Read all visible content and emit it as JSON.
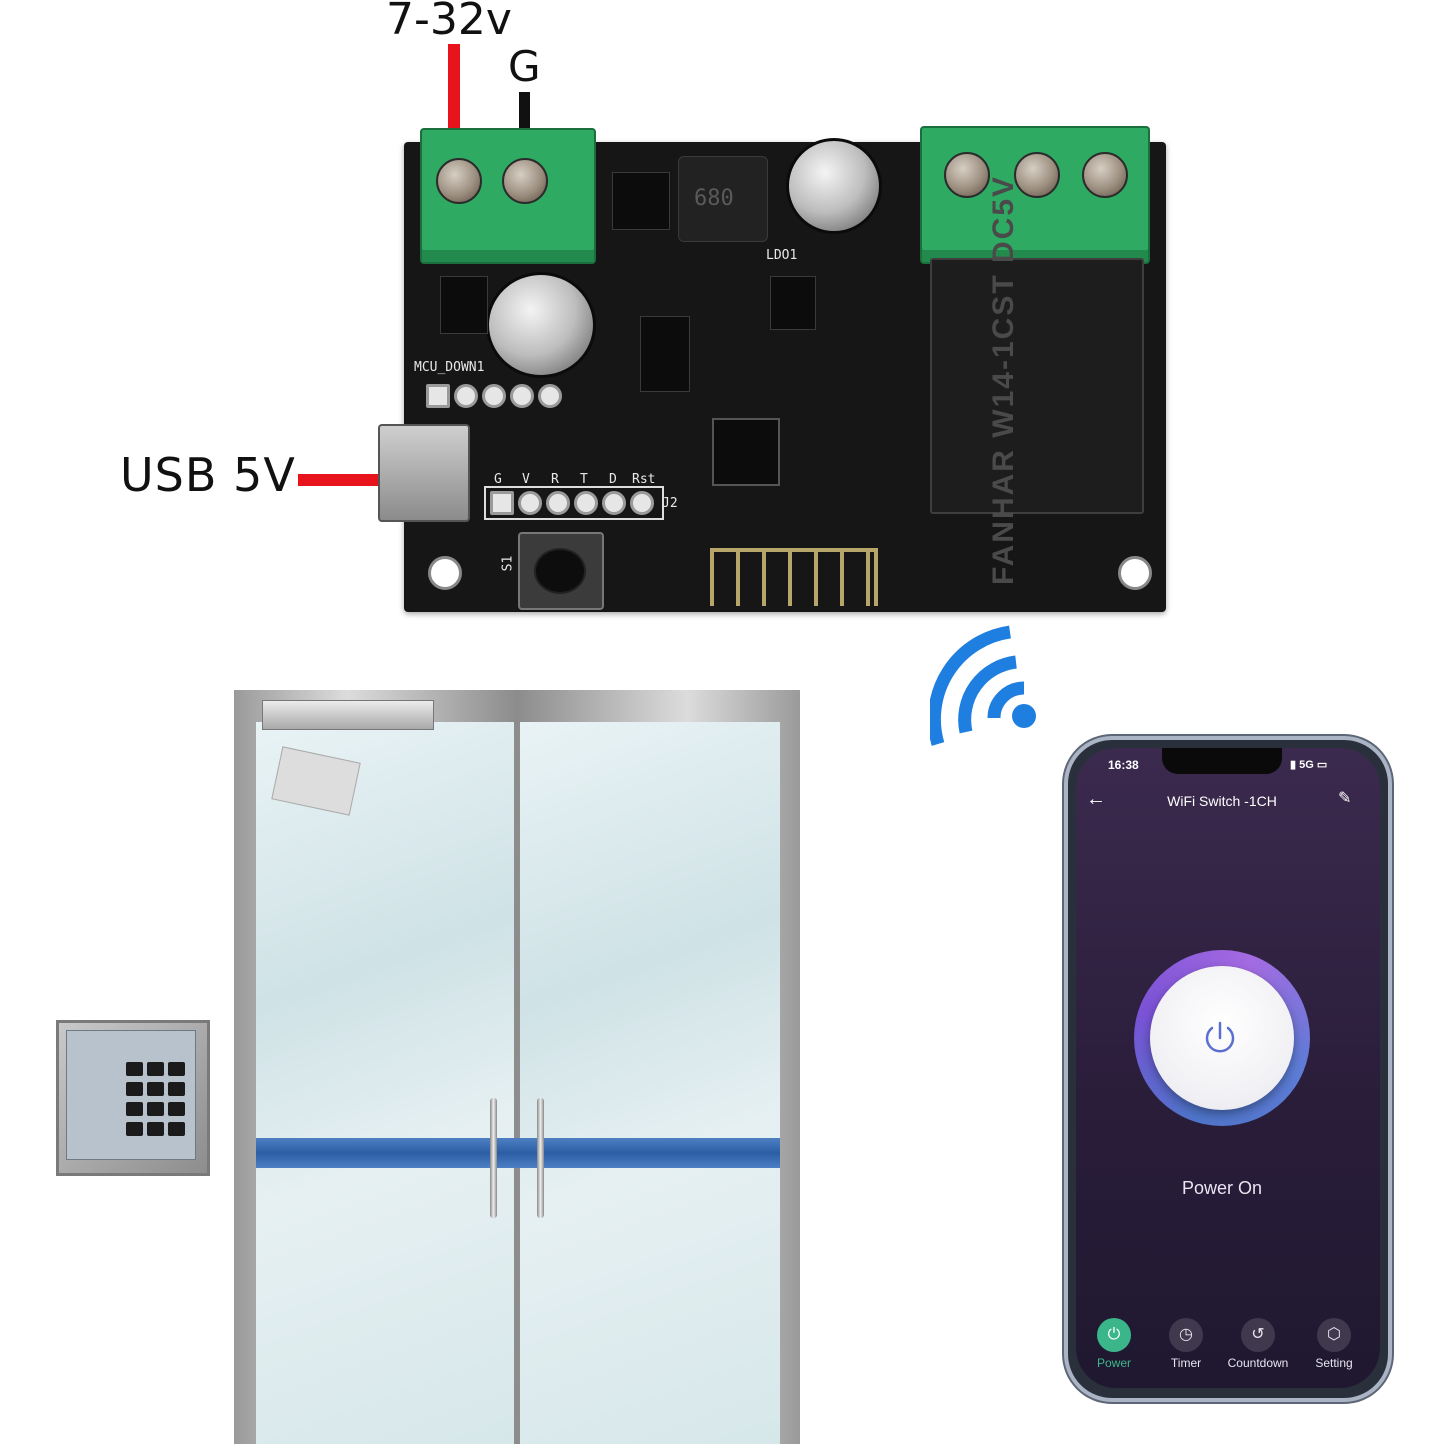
{
  "labels": {
    "voltage": "7-32v",
    "ground": "G",
    "usb": "USB 5V"
  },
  "pcb": {
    "silk_mcu_down": "MCU_DOWN1",
    "header_pins": [
      "G",
      "V",
      "R",
      "T",
      "D",
      "Rst"
    ],
    "header_id": "J2",
    "button_id": "S1",
    "relay_text": "FANHAR W14-1CST DC5V",
    "inductor_code": "680",
    "regulator_id": "LDO1"
  },
  "phone": {
    "time": "16:38",
    "network": "5G",
    "title": "WiFi Switch -1CH",
    "back_icon": "arrow-left-icon",
    "edit_icon": "pencil-icon",
    "power_status": "Power On",
    "nav": [
      {
        "label": "Power",
        "icon": "power-icon",
        "active": true
      },
      {
        "label": "Timer",
        "icon": "timer-icon",
        "active": false
      },
      {
        "label": "Countdown",
        "icon": "countdown-icon",
        "active": false
      },
      {
        "label": "Setting",
        "icon": "setting-icon",
        "active": false
      }
    ]
  },
  "colors": {
    "wire_positive": "#e8141b",
    "wire_ground": "#111111",
    "wifi_signal": "#1e7fe0",
    "accent_active": "#3bb68a",
    "door_bar": "#2c5ea6"
  }
}
